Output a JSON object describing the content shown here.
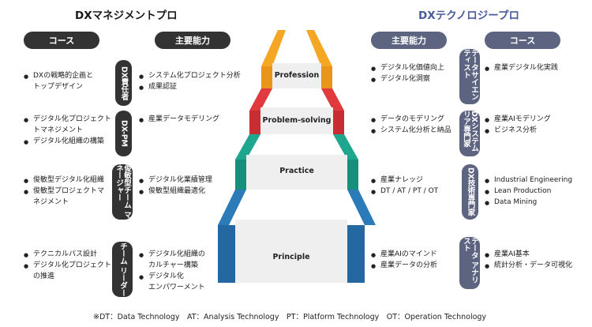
{
  "left": {
    "title": "DXマネジメントプロ",
    "course_header": "コース",
    "ability_header": "主要能力",
    "rows": [
      {
        "role": "DX責任者",
        "courses": [
          "DXの戦略的企画と",
          "トップデザイン"
        ],
        "abilities": [
          "システム化プロジェクト分析",
          "成果認証"
        ]
      },
      {
        "role": "DX-PM",
        "courses": [
          "デジタル化プロジェクト",
          "トマネジメント",
          "デジタル化組織の構築"
        ],
        "abilities": [
          "産業データモデリング"
        ]
      },
      {
        "role": "俊敏型チーム マネージャー",
        "courses": [
          "俊敏型デジタル化組織",
          "俊敏型プロジェクトマ",
          "ネジメント"
        ],
        "abilities": [
          "デジタル化業績管理",
          "俊敏型組織最適化"
        ]
      },
      {
        "role": "チーム リーダー",
        "courses": [
          "テクニカルパス設計",
          "デジタル化プロジェクト",
          "の推進"
        ],
        "abilities": [
          "デジタル化組織の",
          "カルチャー構築",
          "デジタル化",
          "エンパワーメント"
        ]
      }
    ]
  },
  "right": {
    "title": "DXテクノロジープロ",
    "ability_header": "主要能力",
    "course_header": "コース",
    "rows": [
      {
        "role": "データサイエンティスト",
        "abilities": [
          "デジタル化価値向上",
          "デジタル化洞察"
        ],
        "courses": [
          "産業デジタル化実践"
        ]
      },
      {
        "role": "DXシステムリア専門家",
        "abilities": [
          "データのモデリング",
          "システム化分析と納品"
        ],
        "courses": [
          "産業AIモデリング",
          "ビジネス分析"
        ]
      },
      {
        "role": "DX技術専門家",
        "abilities": [
          "産業ナレッジ",
          "DT / AT / PT / OT"
        ],
        "courses": [
          "Industrial Engineering",
          "Lean Production",
          "Data Mining"
        ]
      },
      {
        "role": "データ アナリスト",
        "abilities": [
          "産業AIのマインド",
          "産業データの分析"
        ],
        "courses": [
          "産業AI基本",
          "統計分析・データ可視化"
        ]
      }
    ]
  },
  "stages": [
    "Profession",
    "Problem-solving",
    "Practice",
    "Principle"
  ],
  "stage_colors": [
    "#f5a623",
    "#e03a3e",
    "#1fa68f",
    "#2b7bb9"
  ],
  "footnote": "※DT：Data Technology　AT：Analysis Technology　PT：Platform Technology　OT：Operation Technology"
}
